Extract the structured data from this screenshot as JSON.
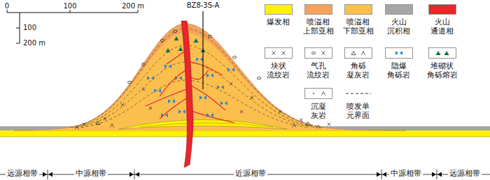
{
  "diagram": {
    "labels": [
      "0",
      "100",
      "200 m",
      "100",
      "200 m",
      "BZ8-3S-A",
      "远源相带",
      "中源相带",
      "近源相带",
      "中源相带",
      "远源相带"
    ],
    "legend": [
      {
        "text": "爆发相",
        "color": "#fff200"
      },
      {
        "text": "喷溢相 上部亚相",
        "color": "#f3a35c"
      },
      {
        "text": "喷溢相 下部亚相",
        "color": "#fbbf4e"
      },
      {
        "text": "火山 沉积相",
        "color": "#a6a6a6"
      },
      {
        "text": "火山 通道相",
        "color": "#e8262b"
      },
      {
        "text": "块状 流纹岩"
      },
      {
        "text": "气孔 流纹岩"
      },
      {
        "text": "角砾 凝灰岩"
      },
      {
        "text": "隐爆 角砾岩"
      },
      {
        "text": "堆砌状 角砾熔岩"
      },
      {
        "text": "沉凝 灰岩"
      },
      {
        "text": "喷发单 元界面"
      }
    ]
  }
}
